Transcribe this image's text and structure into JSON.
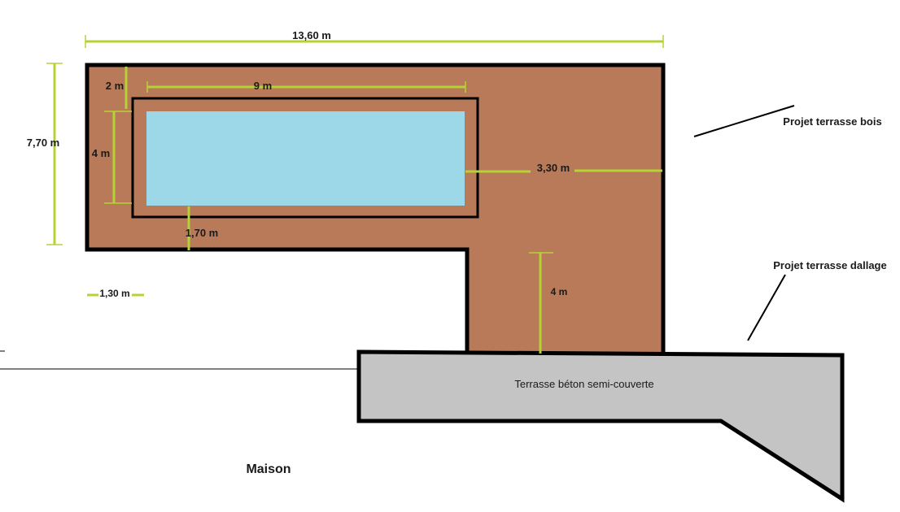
{
  "colors": {
    "wood_deck": "#b87a58",
    "pool_water": "#9dd8e8",
    "concrete": "#c4c4c4",
    "outline": "#000000",
    "dimension_line": "#b5d334"
  },
  "dimensions": {
    "total_length": "13,60 m",
    "total_width": "7,70 m",
    "pool_length": "9 m",
    "pool_width": "4 m",
    "top_margin": "2 m",
    "right_margin": "3,30 m",
    "bottom_margin": "1,70 m",
    "left_margin": "1,30 m",
    "walkway_depth": "4 m"
  },
  "labels": {
    "wood_terrace_project": "Projet terrasse bois",
    "paving_terrace_project": "Projet terrasse dallage",
    "concrete_terrace": "Terrasse béton  semi-couverte",
    "house": "Maison"
  }
}
